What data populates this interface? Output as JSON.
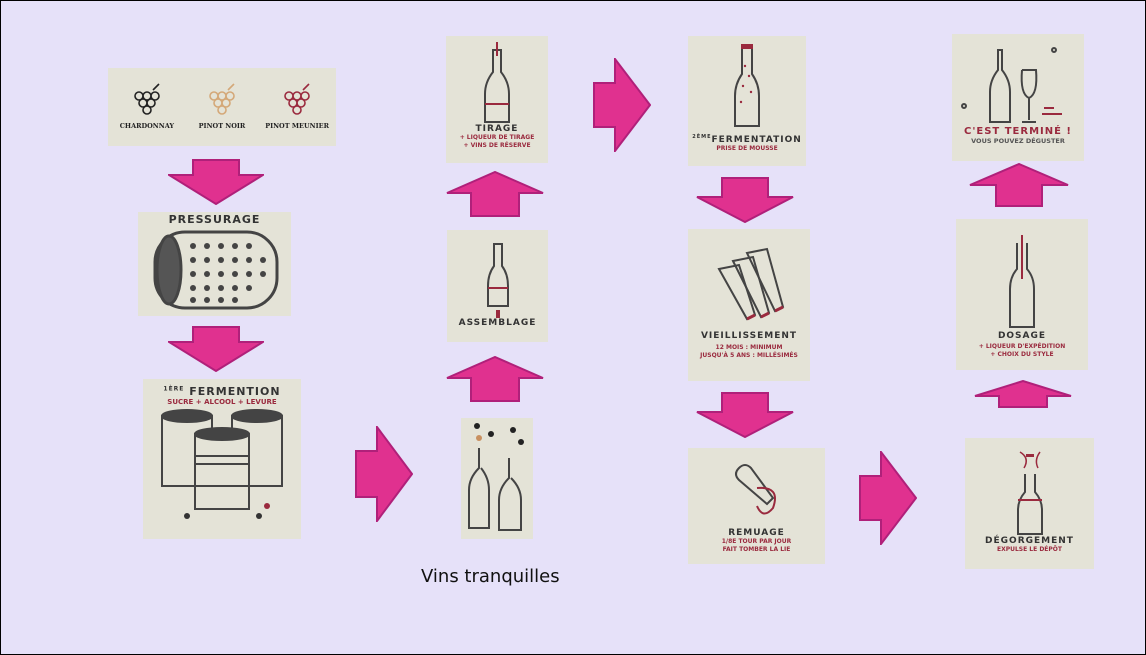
{
  "colors": {
    "arrow": "#e0318f",
    "arrow_border": "#b0207a",
    "card": "#e4e3d7",
    "accent": "#9a2a3e",
    "background": "#e6e1f9"
  },
  "grapes": [
    {
      "label": "CHARDONNAY",
      "color": "#222222"
    },
    {
      "label": "PINOT NOIR",
      "color": "#d4a878"
    },
    {
      "label": "PINOT MEUNIER",
      "color": "#9a2a3e"
    }
  ],
  "pressurage": {
    "title": "PRESSURAGE"
  },
  "fermentation1": {
    "title_sup": "1ÈRE",
    "title": "FERMENTION",
    "sub": "SUCRE + ALCOOL + LEVURE"
  },
  "caption": "Vins tranquilles",
  "assemblage": {
    "title": "ASSEMBLAGE"
  },
  "tirage": {
    "title": "TIRAGE",
    "sub1": "+ LIQUEUR DE TIRAGE",
    "sub2": "+ VINS DE RÉSERVE"
  },
  "fermentation2": {
    "title_sup": "2ÈME",
    "title": "FERMENTATION",
    "sub": "PRISE DE MOUSSE"
  },
  "vieillissement": {
    "title": "VIEILLISSEMENT",
    "sub1": "12 MOIS : MINIMUM",
    "sub2": "JUSQU'À 5 ANS : MILLÉSIMÉS"
  },
  "remuage": {
    "title": "REMUAGE",
    "sub1": "1/8E TOUR PAR JOUR",
    "sub2": "FAIT TOMBER LA LIE"
  },
  "degorgement": {
    "title": "DÉGORGEMENT",
    "sub": "EXPULSE LE DÉPÔT"
  },
  "dosage": {
    "title": "DOSAGE",
    "sub1": "+ LIQUEUR D'EXPÉDITION",
    "sub2": "+ CHOIX DU STYLE"
  },
  "termine": {
    "title": "C'EST TERMINÉ !",
    "sub": "VOUS POUVEZ DÉGUSTER"
  }
}
